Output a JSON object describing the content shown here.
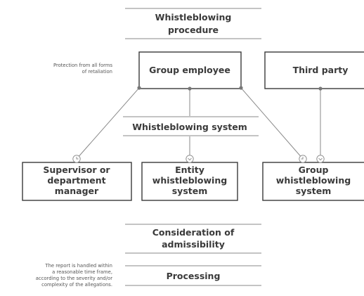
{
  "header": {
    "title": [
      "Whistleblowing",
      "procedure"
    ]
  },
  "notes": {
    "protection": [
      "Protection from all forms",
      "of retaliation"
    ],
    "timeframe": [
      "The report is handled within",
      "a reasonable time frame,",
      "according to the severity and/or",
      "complexity of the allegations."
    ]
  },
  "boxes": {
    "group_employee": [
      "Group employee"
    ],
    "third_party": [
      "Third party"
    ],
    "supervisor": [
      "Supervisor or",
      "department",
      "manager"
    ],
    "entity_system": [
      "Entity",
      "whistleblowing",
      "system"
    ],
    "group_system": [
      "Group",
      "whistleblowing",
      "system"
    ]
  },
  "bands": {
    "system": [
      "Whistleblowing system"
    ],
    "admissibility": [
      "Consideration of",
      "admissibility"
    ],
    "processing": [
      "Processing"
    ]
  },
  "icons": {
    "supervisor_marker": "clock-icon",
    "entity_marker": "chevron-down-icon",
    "group_marker_left": "clock-icon",
    "group_marker_right": "chevron-down-icon"
  },
  "colors": {
    "text": "#3a3a3a",
    "line": "#8a8a8a",
    "box_border": "#3a3a3a"
  }
}
